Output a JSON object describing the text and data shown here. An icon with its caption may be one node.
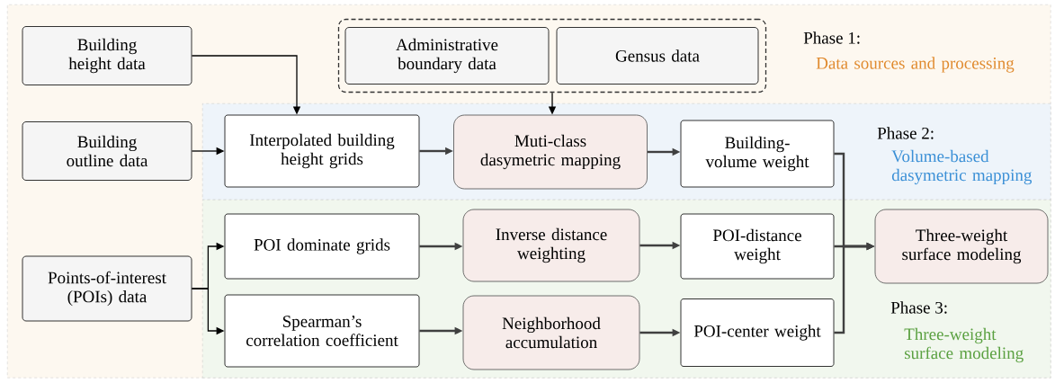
{
  "diagram": {
    "nodes": [
      {
        "text": [
          "Phase 1:",
          "Data sources and processing"
        ]
      },
      {
        "text": [
          "Phase 2:",
          "Volume-based dasymetric mapping"
        ],
        "in": 0
      },
      {
        "text": [
          "Phase 3:",
          "Three-weight surface modeling"
        ],
        "in": 0
      },
      {
        "text": [
          "Building height data"
        ],
        "in": 0
      },
      {
        "text": [],
        "shape": "box",
        "in": 0
      },
      {
        "text": [
          "Administrative boundary data"
        ],
        "in": 4
      },
      {
        "text": [
          "Gensus data"
        ],
        "in": 4
      },
      {
        "text": [
          "Building outline data"
        ],
        "in": 0
      },
      {
        "text": [
          "Points-of-interest (POIs) data"
        ],
        "in": 0
      },
      {
        "text": [
          "Interpolated building height grids"
        ],
        "in": 1
      },
      {
        "text": [
          "Muti-class dasymetric mapping"
        ],
        "in": 1
      },
      {
        "text": [
          "Building-volume weight"
        ],
        "in": 1
      },
      {
        "text": [
          "POI dominate grids"
        ],
        "in": 2
      },
      {
        "text": [
          "Inverse distance weighting"
        ],
        "in": 2
      },
      {
        "text": [
          "POI-distance weight"
        ],
        "in": 2
      },
      {
        "text": [
          "Spearman’s correlation coefficient"
        ],
        "in": 2
      },
      {
        "text": [
          "Neighborhood accumulation"
        ],
        "in": 2
      },
      {
        "text": [
          "POI-center weight"
        ],
        "in": 2
      },
      {
        "text": [
          "Three-weight surface modeling"
        ],
        "in": 2
      }
    ],
    "edges": [
      {
        "from": 3,
        "to": 9,
        "arrow": "to",
        "color": "#000000"
      },
      {
        "from": 4,
        "to": 10,
        "arrow": "to",
        "color": "#000000"
      },
      {
        "from": 7,
        "to": 9,
        "arrow": "to",
        "color": "#000000"
      },
      {
        "from": 9,
        "to": 10,
        "arrow": "to"
      },
      {
        "from": 10,
        "to": 11,
        "arrow": "to"
      },
      {
        "from": 11,
        "to": 18,
        "arrow": "to"
      },
      {
        "from": 8,
        "to": 12,
        "arrow": "to",
        "color": "#000000"
      },
      {
        "from": 8,
        "to": 15,
        "arrow": "to",
        "color": "#000000"
      },
      {
        "from": 12,
        "to": 13,
        "arrow": "to"
      },
      {
        "from": 13,
        "to": 14,
        "arrow": "to"
      },
      {
        "from": 14,
        "to": 18,
        "arrow": "to"
      },
      {
        "from": 15,
        "to": 16,
        "arrow": "to"
      },
      {
        "from": 16,
        "to": 17,
        "arrow": "to"
      },
      {
        "from": 17,
        "to": 18,
        "arrow": "to"
      }
    ]
  }
}
